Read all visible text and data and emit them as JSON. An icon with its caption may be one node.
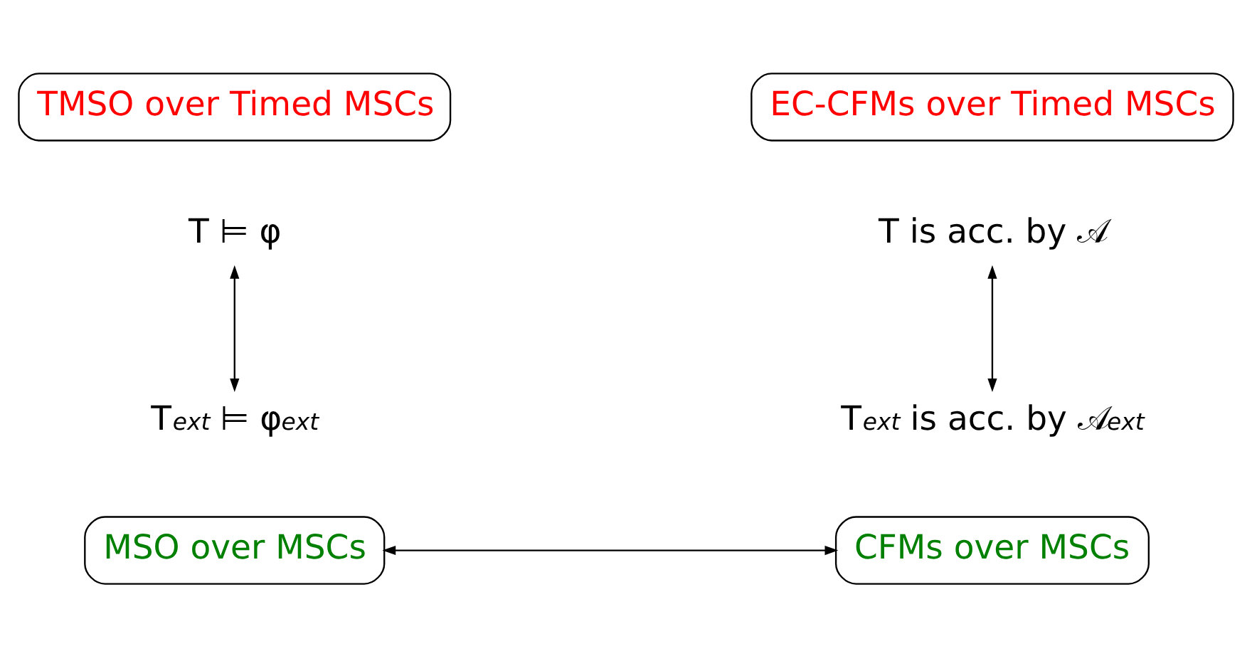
{
  "diagram": {
    "nodes": [
      {
        "text": [
          "TMSO over Timed MSCs"
        ]
      },
      {
        "text": [
          "EC-CFMs over Timed MSCs"
        ]
      },
      {
        "text": [
          "T ⊨ φ"
        ]
      },
      {
        "text": [
          "T is acc. by 𝒜"
        ]
      },
      {
        "text": [
          "T$^{ext}$ ⊨ φ$^{ext}$"
        ]
      },
      {
        "text": [
          "T$^{ext}$ is acc. by 𝒜$^{ext}$"
        ]
      },
      {
        "text": [
          "MSO over MSCs"
        ]
      },
      {
        "text": [
          "CFMs over MSCs"
        ]
      }
    ],
    "edges": [
      {
        "from": 2,
        "to": 4,
        "arrow": "both"
      },
      {
        "from": 3,
        "to": 5,
        "arrow": "both"
      },
      {
        "from": 6,
        "to": 7,
        "arrow": "both"
      }
    ]
  }
}
